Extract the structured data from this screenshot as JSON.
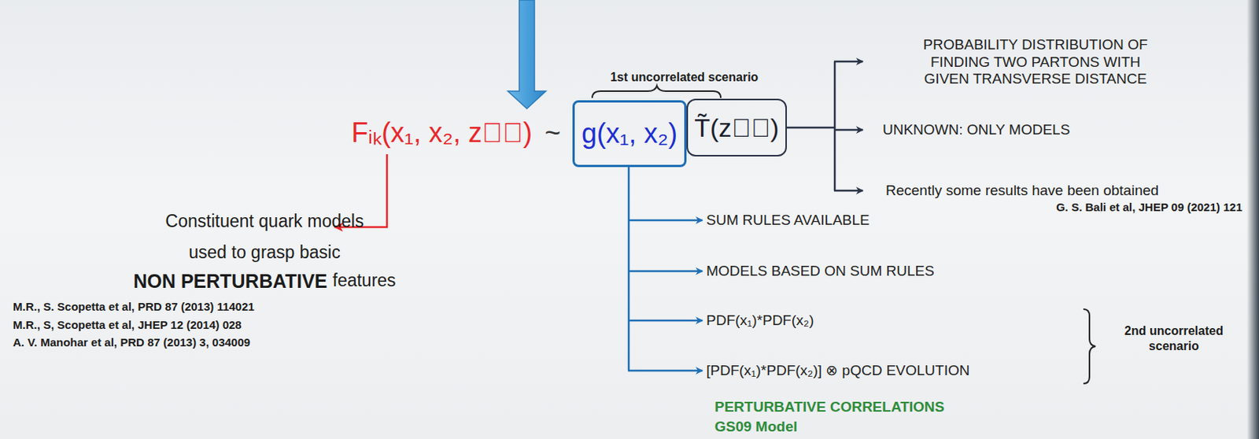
{
  "diagram": {
    "nodes": [
      {
        "text": [
          "g(x₁, x₂)"
        ]
      },
      {
        "text": [
          "T̃(z⃗⊥)"
        ]
      }
    ],
    "labels": [
      "Fᵢₖ(x₁, x₂, z⃗⊥)",
      "~",
      "1st uncorrelated scenario",
      "PROBABILITY DISTRIBUTION OF FINDING TWO PARTONS WITH GIVEN TRANSVERSE DISTANCE",
      "UNKNOWN: ONLY MODELS",
      "Recently some results have been obtained",
      "G. S. Bali et al, JHEP 09 (2021) 121",
      "SUM RULES AVAILABLE",
      "MODELS BASED ON SUM RULES",
      "PDF(x₁)*PDF(x₂)",
      "[PDF(x₁)*PDF(x₂)] ⊗ pQCD EVOLUTION",
      "2nd uncorrelated scenario",
      "PERTURBATIVE CORRELATIONS",
      "GS09 Model",
      "Constituent quark models used to grasp basic",
      "NON PERTURBATIVE",
      "features",
      "M.R., S. Scopetta et al, PRD 87 (2013) 114021",
      "M.R., S, Scopetta et al, JHEP 12 (2014) 028",
      "A. V. Manohar et al, PRD 87 (2013) 3, 034009"
    ]
  }
}
